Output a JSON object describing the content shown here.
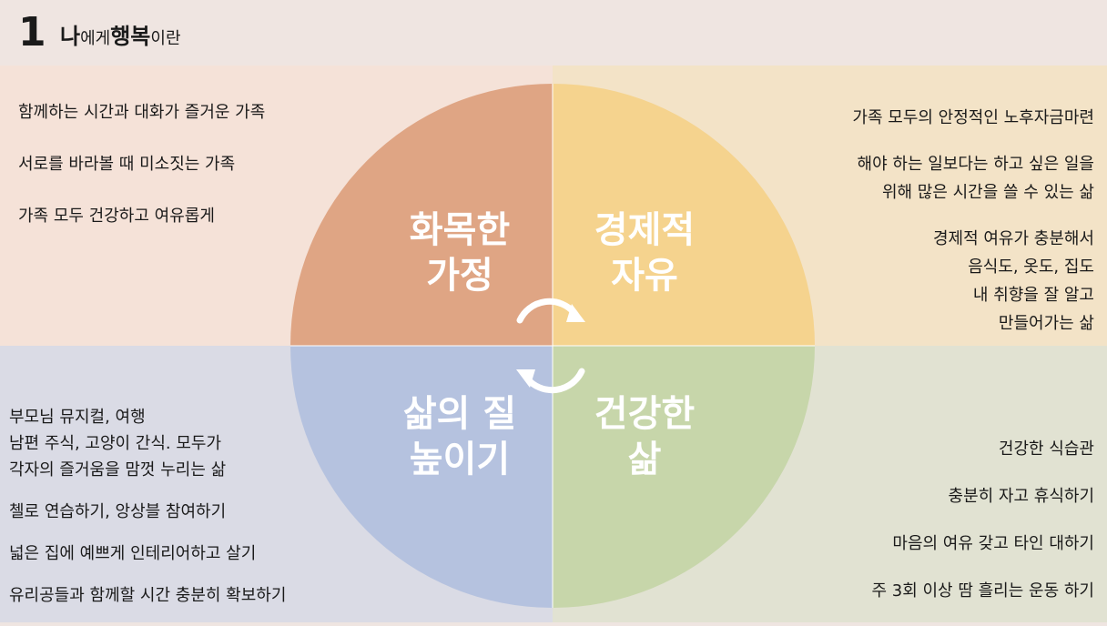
{
  "header": {
    "number": "1",
    "title_parts": [
      "나",
      "에게 ",
      "행복",
      "이란"
    ]
  },
  "colors": {
    "family_circle": "#dfa584",
    "economic_circle": "#f5d38e",
    "quality_circle": "#b5c2df",
    "health_circle": "#c7d6aa",
    "arrow": "#ffffff"
  },
  "circle": {
    "family": [
      "화목한",
      "가정"
    ],
    "economic": [
      "경제적",
      "자유"
    ],
    "quality": [
      "삶의 질",
      "높이기"
    ],
    "health": [
      "건강한",
      "삶"
    ]
  },
  "lists": {
    "family": [
      "함께하는 시간과 대화가 즐거운 가족",
      "서로를 바라볼 때 미소짓는 가족",
      "가족 모두 건강하고 여유롭게"
    ],
    "economic": [
      [
        "가족 모두의 안정적인 노후자금마련"
      ],
      [
        "해야 하는 일보다는 하고 싶은 일을",
        "위해 많은 시간을 쓸 수 있는 삶"
      ],
      [
        "경제적 여유가 충분해서",
        "음식도, 옷도, 집도",
        "내 취향을 잘 알고",
        "만들어가는 삶"
      ]
    ],
    "quality": [
      [
        "부모님 뮤지컬, 여행",
        "남편 주식, 고양이 간식. 모두가",
        "각자의 즐거움을 맘껏 누리는 삶"
      ],
      [
        "첼로 연습하기, 앙상블 참여하기"
      ],
      [
        "넓은 집에 예쁘게 인테리어하고 살기"
      ],
      [
        "유리공들과 함께할 시간 충분히 확보하기"
      ]
    ],
    "health": [
      "건강한 식습관",
      "충분히 자고 휴식하기",
      "마음의 여유 갖고 타인 대하기",
      "주 3회 이상 땀 흘리는 운동 하기"
    ]
  }
}
